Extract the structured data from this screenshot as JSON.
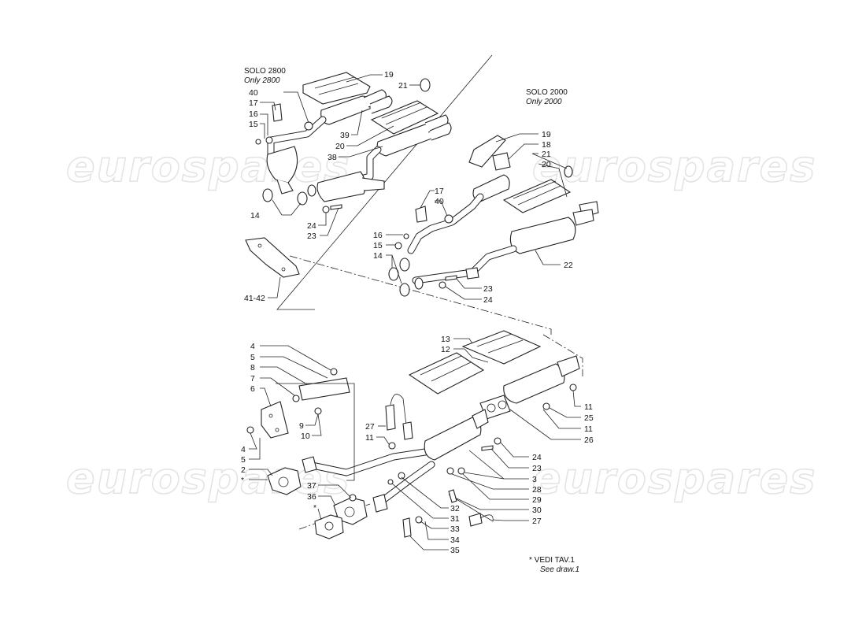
{
  "watermark": {
    "text": "eurospares"
  },
  "notes": {
    "solo_2800": {
      "it": "SOLO 2800",
      "en": "Only 2800"
    },
    "solo_2000": {
      "it": "SOLO 2000",
      "en": "Only 2000"
    },
    "vedi": {
      "it": "*  VEDI TAV.1",
      "en": "See draw.1"
    }
  },
  "labels": {
    "upper_left": {
      "l40": "40",
      "l17": "17",
      "l16": "16",
      "l15": "15",
      "l19": "19",
      "l21": "21",
      "l39": "39",
      "l20": "20",
      "l38": "38",
      "l14": "14",
      "l24": "24",
      "l23": "23",
      "l4142": "41-42"
    },
    "upper_right": {
      "l19": "19",
      "l18": "18",
      "l21": "21",
      "l20": "20",
      "l17": "17",
      "l40": "40",
      "l16": "16",
      "l15": "15",
      "l14": "14",
      "l22": "22",
      "l23": "23",
      "l24": "24"
    },
    "lower": {
      "l4a": "4",
      "l5a": "5",
      "l8": "8",
      "l7": "7",
      "l6": "6",
      "l9": "9",
      "l10": "10",
      "l4b": "4",
      "l5b": "5",
      "l2": "2",
      "lstar1": "*",
      "l13": "13",
      "l12": "12",
      "l27a": "27",
      "l11a": "11",
      "l11b": "11",
      "l25": "25",
      "l11c": "11",
      "l26": "26",
      "l24": "24",
      "l23": "23",
      "l3": "3",
      "l28": "28",
      "l29": "29",
      "l30": "30",
      "l27b": "27",
      "l37": "37",
      "l36": "36",
      "lstar2": "*",
      "l32": "32",
      "l31": "31",
      "l33": "33",
      "l34": "34",
      "l35": "35"
    }
  }
}
